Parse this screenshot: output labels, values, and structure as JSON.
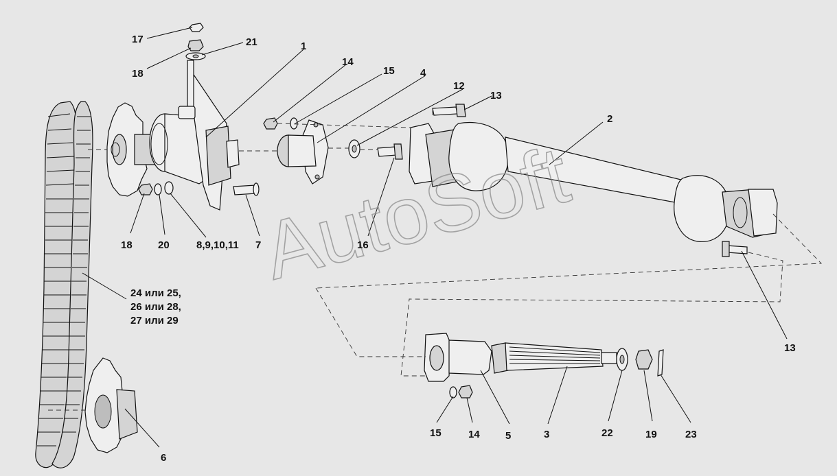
{
  "diagram": {
    "watermark": "AutoSoft",
    "callouts": {
      "c17": "17",
      "c21": "21",
      "c18_top": "18",
      "c1": "1",
      "c14_top": "14",
      "c15_top": "15",
      "c4": "4",
      "c12": "12",
      "c13_top": "13",
      "c2": "2",
      "c18_bottom": "18",
      "c20": "20",
      "c8_11": "8,9,10,11",
      "c7": "7",
      "c16": "16",
      "c13_right": "13",
      "chain_line1": "24 или 25,",
      "chain_line2": "26 или 28,",
      "chain_line3": "27 или 29",
      "c6": "6",
      "c15_bottom": "15",
      "c14_bottom": "14",
      "c5": "5",
      "c3": "3",
      "c22": "22",
      "c19": "19",
      "c23": "23"
    }
  }
}
